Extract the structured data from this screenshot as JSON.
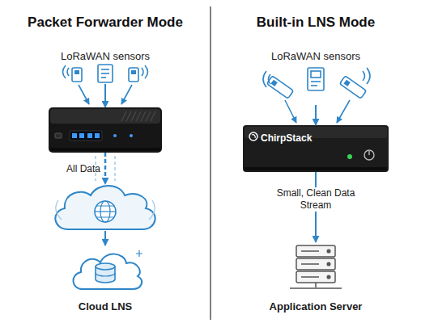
{
  "diagram": {
    "nodes": [
      {
        "text": [
          "LoRaWAN sensors"
        ]
      },
      {
        "text": []
      },
      {
        "text": []
      },
      {
        "text": [
          "Cloud LNS"
        ]
      },
      {
        "text": [
          "LoRaWAN sensors"
        ]
      },
      {
        "text": [
          "ChirpStack"
        ]
      },
      {
        "text": [
          "Application Server"
        ]
      }
    ],
    "edges": [
      {
        "from": 0,
        "to": 1,
        "arrow": "to"
      },
      {
        "from": 1,
        "to": 2,
        "label": "All Data",
        "arrow": "to"
      },
      {
        "from": 2,
        "to": 3,
        "arrow": "to"
      },
      {
        "from": 4,
        "to": 5,
        "arrow": "to"
      },
      {
        "from": 5,
        "to": 6,
        "label": "Small, Clean Data Stream",
        "arrow": "to"
      }
    ],
    "labels": [
      "Packet Forwarder Mode",
      "Built-in LNS Mode"
    ]
  }
}
